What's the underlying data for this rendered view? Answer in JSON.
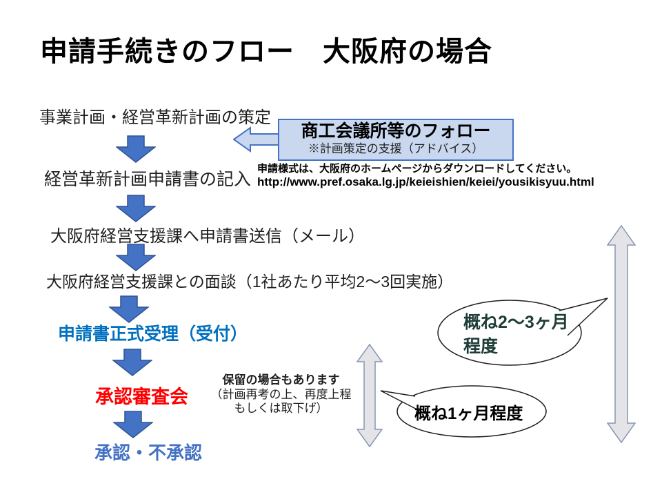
{
  "title": "申請手続きのフロー　大阪府の場合",
  "flow": {
    "steps": [
      {
        "label": "事業計画・経営革新計画の策定"
      },
      {
        "label": "経営革新計画申請書の記入"
      },
      {
        "label": "大阪府経営支援課へ申請書送信（メール）"
      },
      {
        "label": "大阪府経営支援課との面談（1社あたり平均2～3回実施）"
      },
      {
        "label": "申請書正式受理（受付）"
      },
      {
        "label": "承認審査会"
      },
      {
        "label": "承認・不承認"
      }
    ]
  },
  "support_callout": {
    "title": "商工会議所等のフォロー",
    "subtitle": "※計画策定の支援（アドバイス）"
  },
  "download_note": {
    "line1": "申請様式は、大阪府のホームページからダウンロードしてください。",
    "url": "http://www.pref.osaka.lg.jp/keieishien/keiei/yousikisyuu.html"
  },
  "hold_note": {
    "line1": "保留の場合もあります",
    "line2": "（計画再考の上、再度上程",
    "line3": "もしくは取下げ）"
  },
  "duration_bubbles": {
    "overall": {
      "line1": "概ね2～3ヶ月",
      "line2": "程度"
    },
    "review": {
      "text": "概ね1ヶ月程度"
    }
  },
  "colors": {
    "flow_arrow_fill": "#4472c4",
    "flow_arrow_border": "#2e5395",
    "callout_fill": "#c9d8ef",
    "callout_border": "#4472c4",
    "step_accept_text": "#0070c0",
    "step_review_text": "#ff0000",
    "step_result_text": "#4472c4",
    "duration_arrow_fill": "#e4e4e8",
    "duration_arrow_border": "#8496b0",
    "bubble_overall_text": "#1f3d38"
  }
}
